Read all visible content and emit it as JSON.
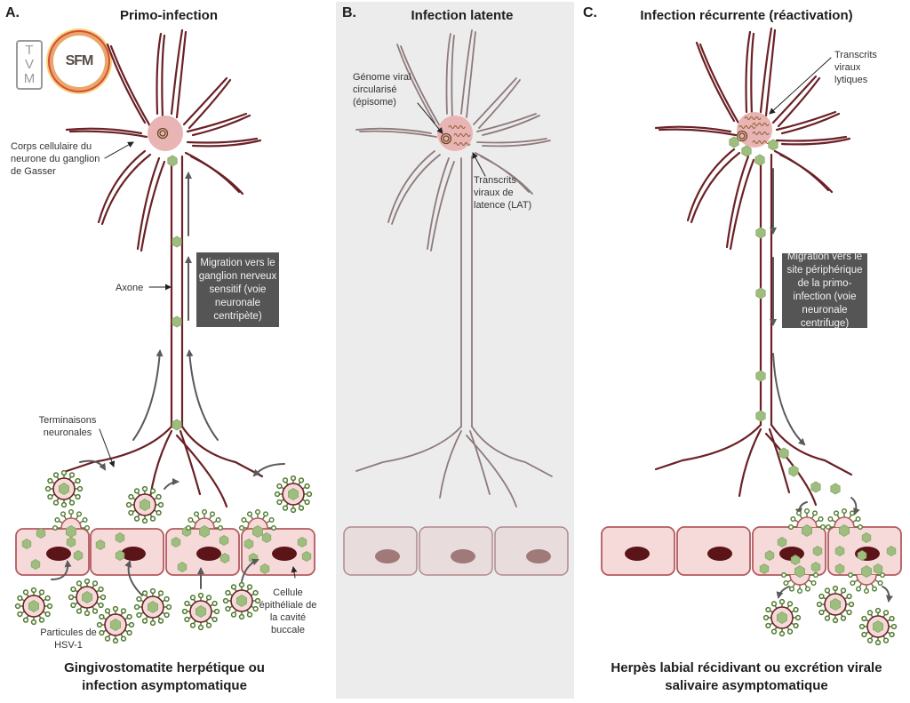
{
  "logos": {
    "tvm_lines": [
      "T",
      "V",
      "M"
    ],
    "sfm_text": "SFM"
  },
  "colors": {
    "neuron_stroke": "#6b2126",
    "neuron_latent_stroke": "#8e7a7b",
    "nucleus_fill": "#e9b4b4",
    "cell_fill": "#f6dada",
    "cell_stroke": "#b35a5f",
    "cell_nucleus": "#5b1418",
    "capsid_green": "#9ebd7f",
    "spike_green": "#4f7a2d",
    "panel_b_background": "#ececec",
    "info_box": "#555555",
    "arrow_gray": "#5a5a5a"
  },
  "panels": {
    "a": {
      "letter": "A.",
      "title": "Primo-infection",
      "labels": {
        "cell_body": "Corps cellulaire du neurone du ganglion de Gasser",
        "axon": "Axone",
        "terminals": "Terminaisons neuronales",
        "particles": "Particules de HSV-1",
        "epithelial": "Cellule épithéliale de la cavité buccale"
      },
      "migration_box": "Migration vers le ganglion nerveux sensitif (voie neuronale centripète)",
      "caption_line1": "Gingivostomatite herpétique ou",
      "caption_line2": "infection asymptomatique"
    },
    "b": {
      "letter": "B.",
      "title": "Infection latente",
      "labels": {
        "genome": "Génome viral circularisé (épisome)",
        "lat": "Transcrits viraux de latence (LAT)"
      }
    },
    "c": {
      "letter": "C.",
      "title": "Infection récurrente (réactivation)",
      "labels": {
        "lytic": "Transcrits viraux lytiques"
      },
      "migration_box": "Migration vers le site périphérique de la primo-infection (voie neuronale centrifuge)",
      "caption_line1": "Herpès labial récidivant ou excrétion virale",
      "caption_line2": "salivaire asymptomatique"
    }
  }
}
